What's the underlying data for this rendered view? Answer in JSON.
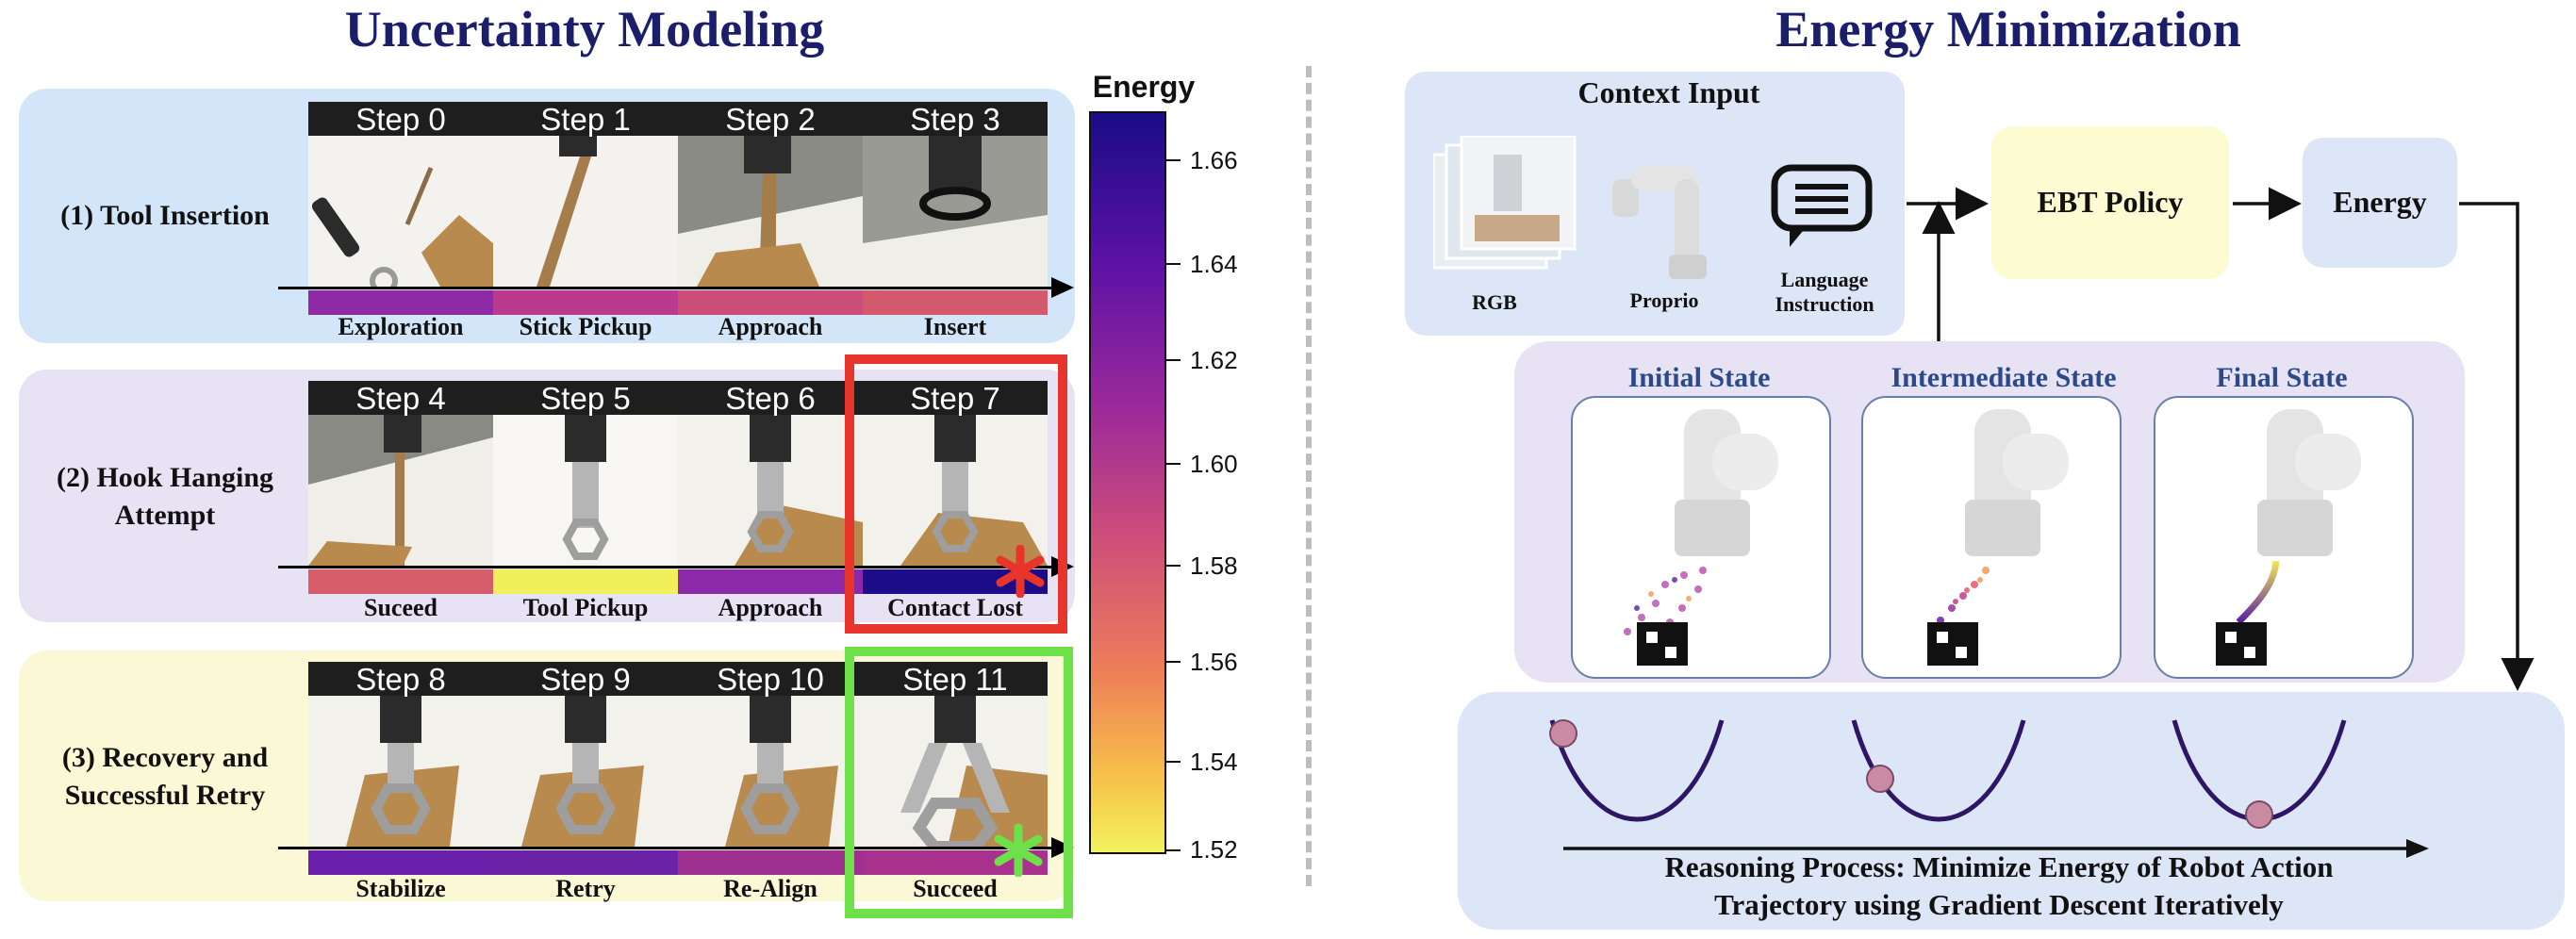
{
  "left_title": "Uncertainty Modeling",
  "right_title": "Energy Minimization",
  "colorbar": {
    "label": "Energy",
    "ticks": [
      "1.66",
      "1.64",
      "1.62",
      "1.60",
      "1.58",
      "1.56",
      "1.54",
      "1.52"
    ]
  },
  "rows": [
    {
      "label": "(1) Tool Insertion",
      "steps": [
        {
          "head": "Step 0",
          "phase": "Exploration",
          "color": "#8f2aa7"
        },
        {
          "head": "Step 1",
          "phase": "Stick Pickup",
          "color": "#bb3a8d"
        },
        {
          "head": "Step 2",
          "phase": "Approach",
          "color": "#cc4d78"
        },
        {
          "head": "Step 3",
          "phase": "Insert",
          "color": "#d5596c"
        }
      ]
    },
    {
      "label": "(2) Hook Hanging Attempt",
      "steps": [
        {
          "head": "Step 4",
          "phase": "Suceed",
          "color": "#d75d6a"
        },
        {
          "head": "Step 5",
          "phase": "Tool Pickup",
          "color": "#f2f05a"
        },
        {
          "head": "Step 6",
          "phase": "Approach",
          "color": "#8b29a9"
        },
        {
          "head": "Step 7",
          "phase": "Contact Lost",
          "color": "#1d0c8a"
        }
      ]
    },
    {
      "label": "(3) Recovery and Successful Retry",
      "steps": [
        {
          "head": "Step 8",
          "phase": "Stabilize",
          "color": "#6a20aa"
        },
        {
          "head": "Step 9",
          "phase": "Retry",
          "color": "#6c21a9"
        },
        {
          "head": "Step 10",
          "phase": "Re-Align",
          "color": "#a0308f"
        },
        {
          "head": "Step 11",
          "phase": "Succeed",
          "color": "#a9318e"
        }
      ]
    }
  ],
  "context": {
    "title": "Context Input",
    "rgb": "RGB",
    "proprio": "Proprio",
    "language": "Language Instruction"
  },
  "policy": "EBT Policy",
  "energy_box": "Energy",
  "states": {
    "initial": "Initial State",
    "intermediate": "Intermediate State",
    "final": "Final State"
  },
  "reasoning": {
    "line1": "Reasoning Process: Minimize Energy of Robot Action",
    "line2": "Trajectory using Gradient Descent Iteratively"
  },
  "colors": {
    "title": "#1b1f6b",
    "row1_bg": "#d3e5f8",
    "row2_bg": "#e8e2f5",
    "row3_bg": "#fbf8d6",
    "fail_box": "#e8352b",
    "success_box": "#6de04a",
    "policy_bg": "#fdfbd2",
    "context_bg": "#dde6f6",
    "curve": "#2e1566",
    "ball": "#c98aa4"
  }
}
